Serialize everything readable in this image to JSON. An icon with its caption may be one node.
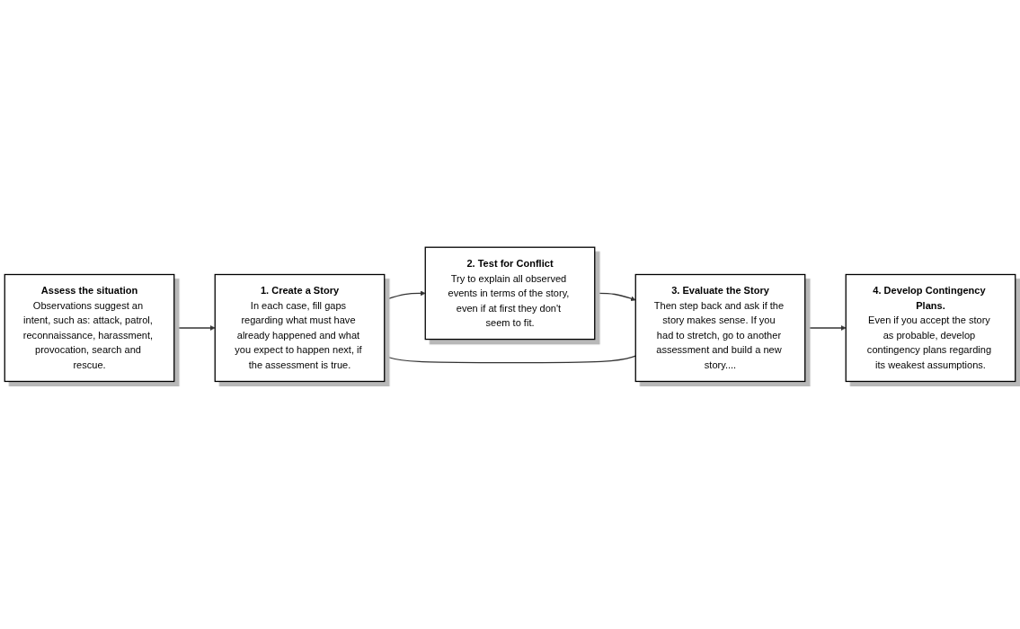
{
  "diagram": {
    "nodes": [
      {
        "text": [
          "Assess the situation",
          "Observations suggest an intent, such as: attack, patrol, reconnaissance, harassment, provocation, search and rescue."
        ]
      },
      {
        "text": [
          "1. Create a Story",
          "In each case, fill gaps regarding what must have already happened and what you expect to happen next, if the assessment is true."
        ]
      },
      {
        "text": [
          "2. Test for Conflict",
          "Try to explain all observed events in terms of the story, even if at first they don't seem to fit."
        ]
      },
      {
        "text": [
          "3. Evaluate the Story",
          "Then step back and ask if the story makes sense. If you had to stretch, go to another assessment and build a new story...."
        ]
      },
      {
        "text": [
          "4. Develop Contingency Plans.",
          "Even if you accept the story as probable, develop contingency plans regarding its weakest assumptions."
        ]
      }
    ],
    "edges": [
      {
        "from": 0,
        "to": 1,
        "arrow": "to"
      },
      {
        "from": 1,
        "to": 2,
        "arrow": "to"
      },
      {
        "from": 2,
        "to": 3,
        "arrow": "to"
      },
      {
        "from": 3,
        "to": 1,
        "arrow": "to"
      },
      {
        "from": 3,
        "to": 4,
        "arrow": "to"
      }
    ]
  }
}
